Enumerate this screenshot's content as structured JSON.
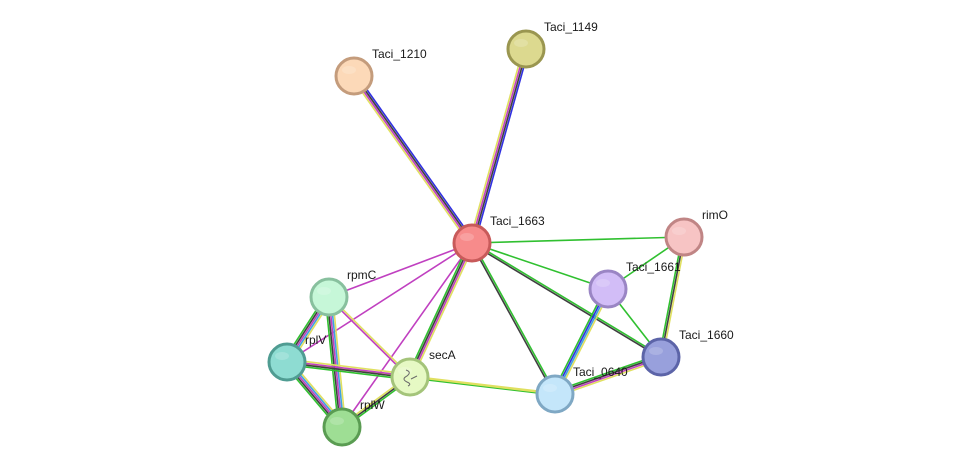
{
  "network": {
    "nodes": [
      {
        "id": "Taci_1663",
        "label": "Taci_1663",
        "fill": "#f78b8b",
        "stroke": "#c85a5a"
      },
      {
        "id": "Taci_1149",
        "label": "Taci_1149",
        "fill": "#dcd98f",
        "stroke": "#9a9650"
      },
      {
        "id": "Taci_1210",
        "label": "Taci_1210",
        "fill": "#fcd9b8",
        "stroke": "#c49c7c"
      },
      {
        "id": "rimO",
        "label": "rimO",
        "fill": "#f7c4c4",
        "stroke": "#c08585"
      },
      {
        "id": "Taci_1661",
        "label": "Taci_1661",
        "fill": "#d2bdf7",
        "stroke": "#9a85c4"
      },
      {
        "id": "Taci_1660",
        "label": "Taci_1660",
        "fill": "#98a0dc",
        "stroke": "#5c64a8"
      },
      {
        "id": "Taci_0640",
        "label": "Taci_0640",
        "fill": "#c4e6fa",
        "stroke": "#7fa8c4"
      },
      {
        "id": "rpmC",
        "label": "rpmC",
        "fill": "#c6f7d8",
        "stroke": "#88c09e"
      },
      {
        "id": "rplV",
        "label": "rplV",
        "fill": "#8edcd2",
        "stroke": "#4f9c92"
      },
      {
        "id": "rplW",
        "label": "rplW",
        "fill": "#9ede94",
        "stroke": "#5a9c52"
      },
      {
        "id": "secA",
        "label": "secA",
        "fill": "#e6f9c4",
        "stroke": "#a4c47a"
      }
    ],
    "edges": [
      {
        "source": "Taci_1663",
        "target": "Taci_1149",
        "colors": [
          "#e0e060",
          "#c040c0",
          "#404040",
          "#3030e0"
        ]
      },
      {
        "source": "Taci_1663",
        "target": "Taci_1210",
        "colors": [
          "#e0e060",
          "#c040c0",
          "#404040",
          "#3030e0"
        ]
      },
      {
        "source": "Taci_1663",
        "target": "rimO",
        "colors": [
          "#30c030"
        ]
      },
      {
        "source": "Taci_1663",
        "target": "Taci_1661",
        "colors": [
          "#30c030"
        ]
      },
      {
        "source": "Taci_1663",
        "target": "Taci_1660",
        "colors": [
          "#30c030",
          "#404040"
        ]
      },
      {
        "source": "Taci_1663",
        "target": "Taci_0640",
        "colors": [
          "#30c030",
          "#404040"
        ]
      },
      {
        "source": "Taci_1663",
        "target": "rpmC",
        "colors": [
          "#c040c0"
        ]
      },
      {
        "source": "Taci_1663",
        "target": "rplV",
        "colors": [
          "#c040c0"
        ]
      },
      {
        "source": "Taci_1663",
        "target": "rplW",
        "colors": [
          "#c040c0"
        ]
      },
      {
        "source": "Taci_1663",
        "target": "secA",
        "colors": [
          "#e0e060",
          "#c040c0",
          "#404040",
          "#30c030"
        ]
      },
      {
        "source": "rimO",
        "target": "Taci_1661",
        "colors": [
          "#30c030"
        ]
      },
      {
        "source": "rimO",
        "target": "Taci_1660",
        "colors": [
          "#e0e060",
          "#404040",
          "#30c030"
        ]
      },
      {
        "source": "Taci_1661",
        "target": "Taci_1660",
        "colors": [
          "#30c030"
        ]
      },
      {
        "source": "Taci_1661",
        "target": "Taci_0640",
        "colors": [
          "#e0e060",
          "#40a0e0",
          "#3030e0",
          "#30c030"
        ]
      },
      {
        "source": "Taci_1660",
        "target": "Taci_0640",
        "colors": [
          "#e0e060",
          "#c040c0",
          "#404040",
          "#30c030"
        ]
      },
      {
        "source": "secA",
        "target": "Taci_0640",
        "colors": [
          "#e0e060",
          "#30c030"
        ]
      },
      {
        "source": "rplV",
        "target": "Taci_0640",
        "colors": [
          "#e0e060"
        ]
      },
      {
        "source": "rpmC",
        "target": "rplV",
        "colors": [
          "#e0e060",
          "#40a0e0",
          "#c040c0",
          "#404040",
          "#30c030"
        ]
      },
      {
        "source": "rpmC",
        "target": "rplW",
        "colors": [
          "#e0e060",
          "#40a0e0",
          "#c040c0",
          "#404040",
          "#30c030"
        ]
      },
      {
        "source": "rplV",
        "target": "rplW",
        "colors": [
          "#e0e060",
          "#40a0e0",
          "#c040c0",
          "#404040",
          "#30c030"
        ]
      },
      {
        "source": "rpmC",
        "target": "secA",
        "colors": [
          "#e0e060",
          "#c040c0"
        ]
      },
      {
        "source": "rplV",
        "target": "secA",
        "colors": [
          "#e0e060",
          "#c040c0",
          "#404040",
          "#30c030"
        ]
      },
      {
        "source": "rplW",
        "target": "secA",
        "colors": [
          "#e0e060",
          "#404040",
          "#30c030"
        ]
      }
    ]
  }
}
